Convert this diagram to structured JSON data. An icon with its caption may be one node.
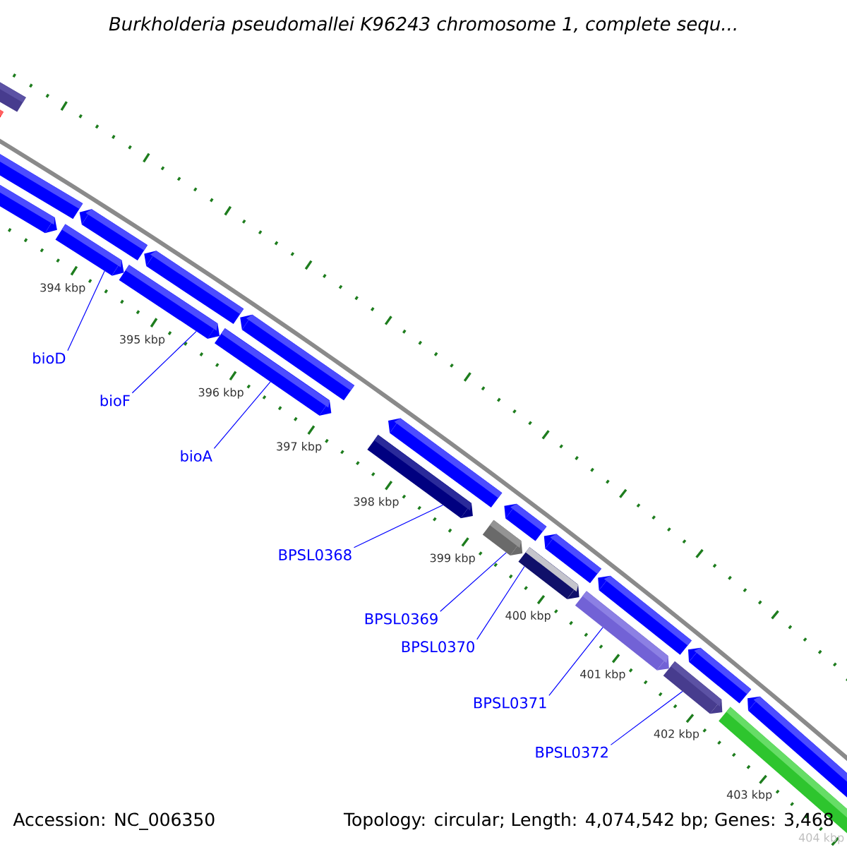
{
  "diagram": {
    "title": "Burkholderia pseudomallei K96243 chromosome 1, complete sequ...",
    "nodes": [
      {
        "text": [
          "bioD"
        ]
      },
      {
        "text": [
          "bioF"
        ]
      },
      {
        "text": [
          "bioA"
        ]
      },
      {
        "text": [
          "BPSL0368"
        ]
      },
      {
        "text": [
          "BPSL0369"
        ]
      },
      {
        "text": [
          "BPSL0370"
        ]
      },
      {
        "text": [
          "BPSL0371"
        ]
      },
      {
        "text": [
          "BPSL0372"
        ]
      },
      {
        "text": [],
        "shape": "bar"
      },
      {
        "text": [],
        "shape": "bar"
      },
      {
        "text": [],
        "shape": "bar"
      },
      {
        "text": [],
        "shape": "bar"
      },
      {
        "text": [],
        "shape": "bar"
      },
      {
        "text": [],
        "shape": "bar"
      },
      {
        "text": [],
        "shape": "bar"
      },
      {
        "text": [],
        "shape": "bar"
      }
    ],
    "edges": [
      {
        "from": 0,
        "to": 8,
        "arrow": "none"
      },
      {
        "from": 1,
        "to": 9,
        "arrow": "none"
      },
      {
        "from": 2,
        "to": 10,
        "arrow": "none"
      },
      {
        "from": 3,
        "to": 11,
        "arrow": "none"
      },
      {
        "from": 4,
        "to": 12,
        "arrow": "none"
      },
      {
        "from": 5,
        "to": 13,
        "arrow": "none"
      },
      {
        "from": 6,
        "to": 14,
        "arrow": "none"
      },
      {
        "from": 7,
        "to": 15,
        "arrow": "none"
      }
    ],
    "labels": [
      "394 kbp",
      "395 kbp",
      "396 kbp",
      "397 kbp",
      "398 kbp",
      "399 kbp",
      "400 kbp",
      "401 kbp",
      "402 kbp",
      "403 kbp",
      "404 kbp",
      "Accession: NC_006350",
      "Topology: circular; Length: 4,074,542 bp; Genes: 3,468"
    ]
  }
}
